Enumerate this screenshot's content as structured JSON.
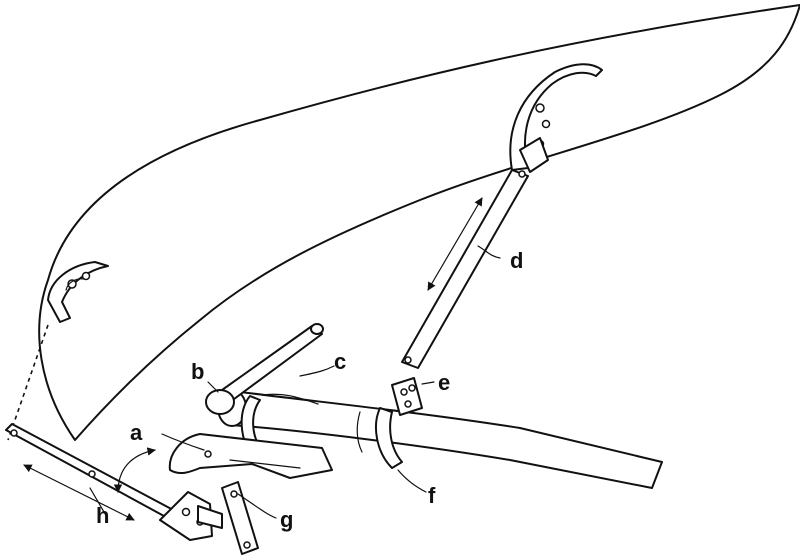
{
  "diagram": {
    "labels": {
      "a": "a",
      "b": "b",
      "c": "c",
      "d": "d",
      "e": "e",
      "f": "f",
      "g": "g",
      "h": "h"
    }
  }
}
